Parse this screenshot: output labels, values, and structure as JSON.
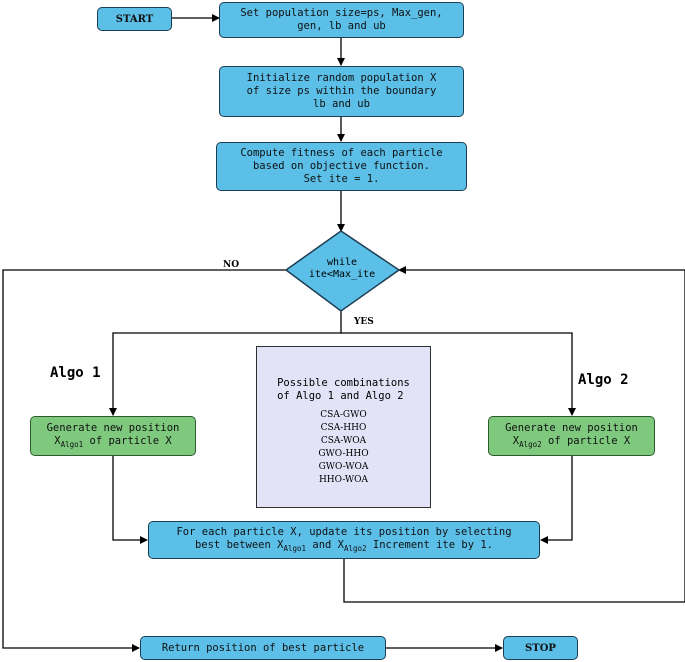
{
  "nodes": {
    "start": "START",
    "set_params_line1": "Set population size=ps, Max_gen,",
    "set_params_line2": "gen, lb and ub",
    "init_line1": "Initialize random population X",
    "init_line2": "of size ps within the boundary",
    "init_line3": "lb and ub",
    "fitness_line1": "Compute fitness of each particle",
    "fitness_line2": "based on objective function.",
    "fitness_line3": "Set ite = 1.",
    "while_line1": "while",
    "while_line2": "ite<Max_ite",
    "algo1_line1": "Generate new position",
    "algo1_x": "X",
    "algo1_sub": "Algo1",
    "algo1_tail": " of particle X",
    "algo2_line1": "Generate new position",
    "algo2_x": "X",
    "algo2_sub": "Algo2",
    "algo2_tail": " of particle X",
    "update_line1": "For each particle X, update its position by selecting",
    "update_pre": "best between X",
    "update_sub1": "Algo1",
    "update_mid": " and X",
    "update_sub2": "Algo2",
    "update_tail": " Increment ite by 1.",
    "return": "Return position of best particle",
    "stop": "STOP"
  },
  "labels": {
    "no": "NO",
    "yes": "YES",
    "algo1": "Algo 1",
    "algo2": "Algo 2"
  },
  "combinations": {
    "title_line1": "Possible combinations",
    "title_line2": "of Algo 1 and Algo 2",
    "items": [
      "CSA-GWO",
      "CSA-HHO",
      "CSA-WOA",
      "GWO-HHO",
      "GWO-WOA",
      "HHO-WOA"
    ]
  },
  "colors": {
    "process_fill": "#5bbfe8",
    "algo_fill": "#7ec97e",
    "combo_fill": "#e3e3f7"
  }
}
